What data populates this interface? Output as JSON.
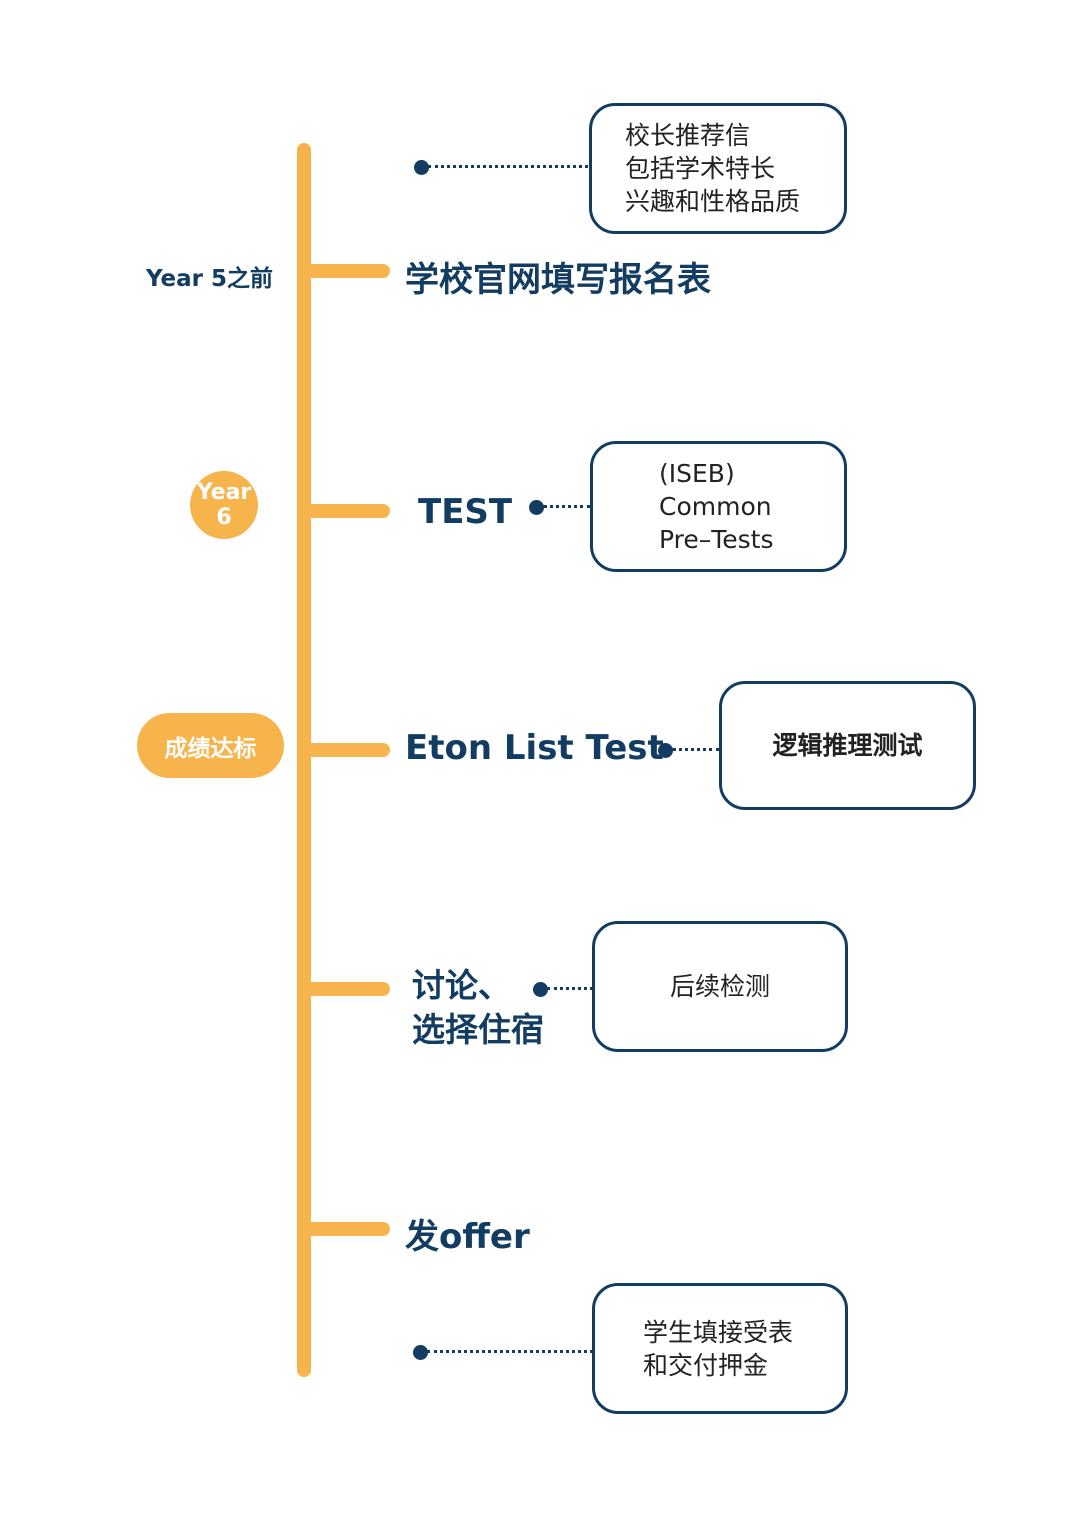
{
  "colors": {
    "accent_orange": "#f7b34c",
    "navy": "#133c62",
    "box_text": "#222222",
    "background": "#ffffff"
  },
  "timeline": {
    "stages": [
      {
        "side_label": "Year 5之前",
        "title": "学校官网填写报名表",
        "note": {
          "lines": [
            "校长推荐信",
            "包括学术特长",
            "兴趣和性格品质"
          ]
        }
      },
      {
        "side_label": {
          "line1": "Year",
          "line2": "6"
        },
        "title": "TEST",
        "note": {
          "lines": [
            "(ISEB)",
            "Common",
            "Pre–Tests"
          ]
        }
      },
      {
        "side_label": "成绩达标",
        "title": "Eton List Test",
        "note": {
          "lines": [
            "逻辑推理测试"
          ]
        }
      },
      {
        "title": {
          "line1": "讨论、",
          "line2": "选择住宿"
        },
        "note": {
          "lines": [
            "后续检测"
          ]
        }
      },
      {
        "title": "发offer",
        "note": {
          "lines": [
            "学生填接受表",
            "和交付押金"
          ]
        }
      }
    ]
  }
}
